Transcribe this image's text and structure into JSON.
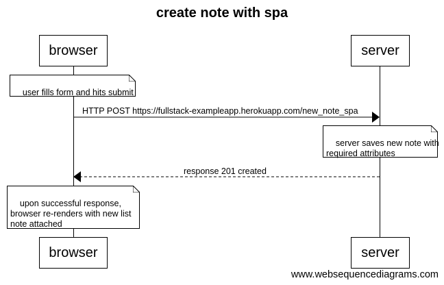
{
  "diagram": {
    "title": "create note with spa",
    "participants": {
      "browser": "browser",
      "server": "server"
    },
    "notes": {
      "browser_submit": "user fills form and hits submit",
      "server_saves": "server saves new note with\nrequired attributes",
      "browser_rerenders": "upon successful response,\nbrowser re-renders with new list\nnote attached"
    },
    "messages": {
      "post": "HTTP POST https://fullstack-exampleapp.herokuapp.com/new_note_spa",
      "response": "response 201 created"
    },
    "watermark": "www.websequencediagrams.com"
  }
}
